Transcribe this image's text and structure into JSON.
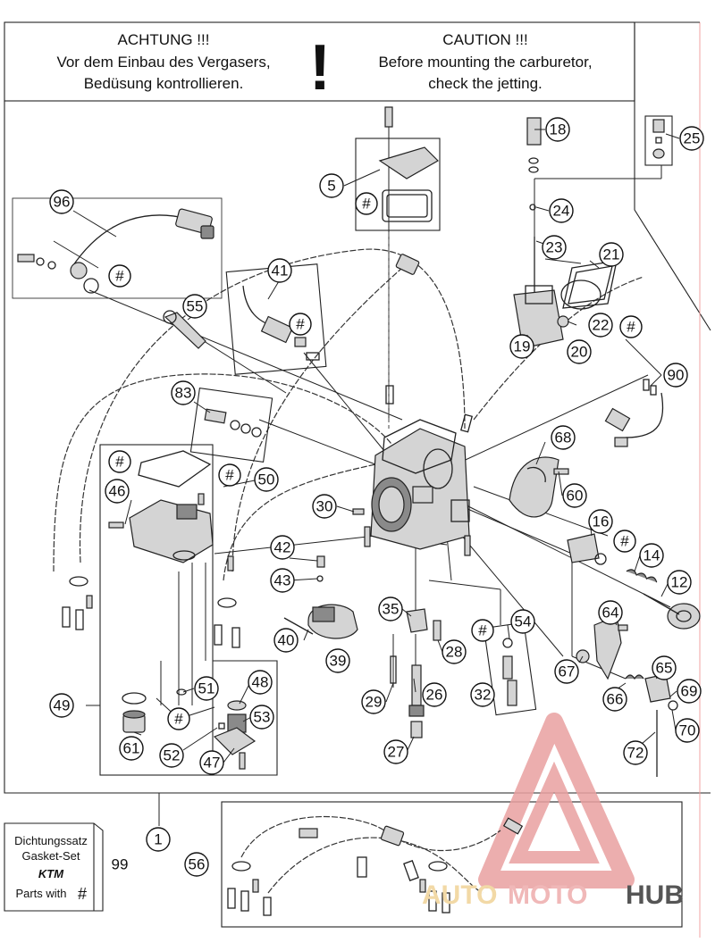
{
  "warning": {
    "de": {
      "title": "ACHTUNG !!!",
      "line1": "Vor dem Einbau des Vergasers,",
      "line2": "Bedüsung kontrollieren."
    },
    "symbol": "!",
    "en": {
      "title": "CAUTION !!!",
      "line1": "Before mounting the carburetor,",
      "line2": "check the jetting."
    }
  },
  "gasket_box": {
    "line1": "Dichtungssatz",
    "line2": "Gasket-Set",
    "brand": "KTM",
    "line3": "Parts with",
    "symbol": "#"
  },
  "watermark": {
    "part1": "AUTO",
    "part2": "MOTO",
    "part3": "HUB",
    "colors": {
      "triangle": "#e9a0a0",
      "auto": "#f2d9a6",
      "moto": "#f0b8b8",
      "hub": "#555555"
    }
  },
  "callouts": {
    "c1": "1",
    "c5": "5",
    "c12": "12",
    "c14": "14",
    "c16": "16",
    "c18": "18",
    "c19": "19",
    "c20": "20",
    "c21": "21",
    "c22": "22",
    "c23": "23",
    "c24": "24",
    "c25": "25",
    "c26": "26",
    "c27": "27",
    "c28": "28",
    "c29": "29",
    "c30": "30",
    "c32": "32",
    "c35": "35",
    "c39": "39",
    "c40": "40",
    "c41": "41",
    "c42": "42",
    "c43": "43",
    "c46": "46",
    "c47": "47",
    "c48": "48",
    "c49": "49",
    "c50": "50",
    "c51": "51",
    "c52": "52",
    "c53": "53",
    "c54": "54",
    "c55": "55",
    "c56": "56",
    "c60": "60",
    "c61": "61",
    "c64": "64",
    "c65": "65",
    "c66": "66",
    "c67": "67",
    "c68": "68",
    "c69": "69",
    "c70": "70",
    "c72": "72",
    "c83": "83",
    "c90": "90",
    "c96": "96",
    "c99": "99",
    "hash": "#"
  }
}
